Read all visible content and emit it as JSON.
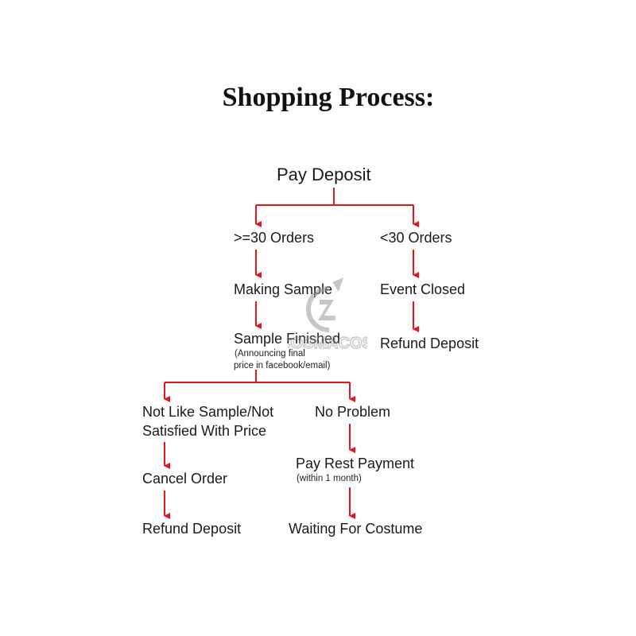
{
  "title": "Shopping Process:",
  "nodes": {
    "pay_deposit": "Pay Deposit",
    "ge30_orders": ">=30 Orders",
    "lt30_orders": "<30 Orders",
    "making_sample": "Making Sample",
    "event_closed": "Event Closed",
    "sample_finished": "Sample Finished",
    "sample_finished_note_1": "(Announcing final",
    "sample_finished_note_2": "price in facebook/email)",
    "refund_deposit_right": "Refund Deposit",
    "not_like_1": "Not Like Sample/Not",
    "not_like_2": "Satisfied With Price",
    "no_problem": "No Problem",
    "cancel_order": "Cancel Order",
    "pay_rest": "Pay Rest Payment",
    "pay_rest_note": "(within 1 month)",
    "refund_deposit_left": "Refund Deposit",
    "waiting": "Waiting For Costume"
  },
  "watermark_text": "COSMACOS",
  "colors": {
    "connector": "#e8141b",
    "text": "#1a1a1a",
    "watermark": "#9a9a9a"
  }
}
